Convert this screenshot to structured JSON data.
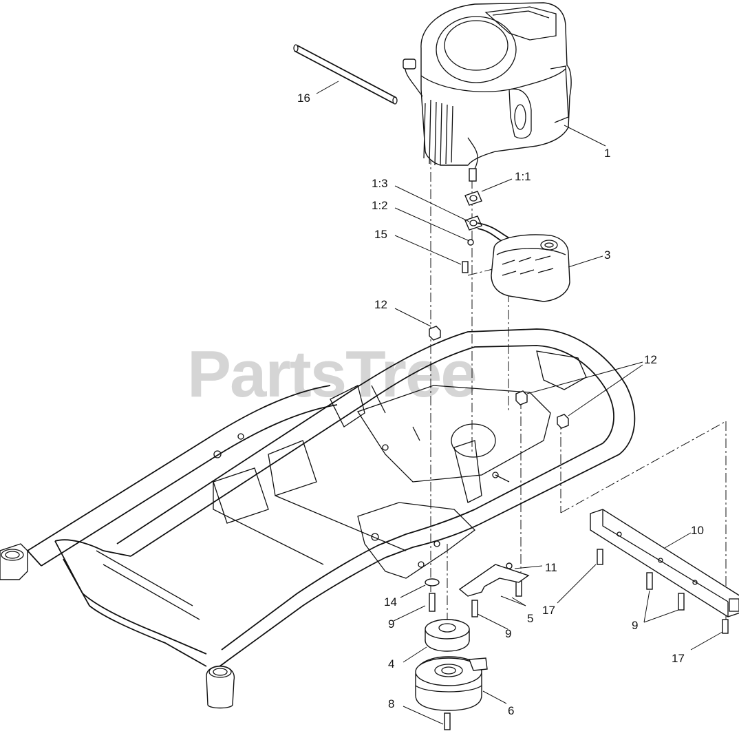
{
  "diagram": {
    "watermark": "PartsTree",
    "callouts": {
      "c16": "16",
      "c1": "1",
      "c1_1": "1:1",
      "c1_3": "1:3",
      "c1_2": "1:2",
      "c15": "15",
      "c3": "3",
      "c12a": "12",
      "c12b": "12",
      "c10": "10",
      "c11": "11",
      "c14": "14",
      "c9a": "9",
      "c9b": "9",
      "c9c": "9",
      "c5": "5",
      "c17a": "17",
      "c17b": "17",
      "c4": "4",
      "c8": "8",
      "c6": "6"
    }
  }
}
